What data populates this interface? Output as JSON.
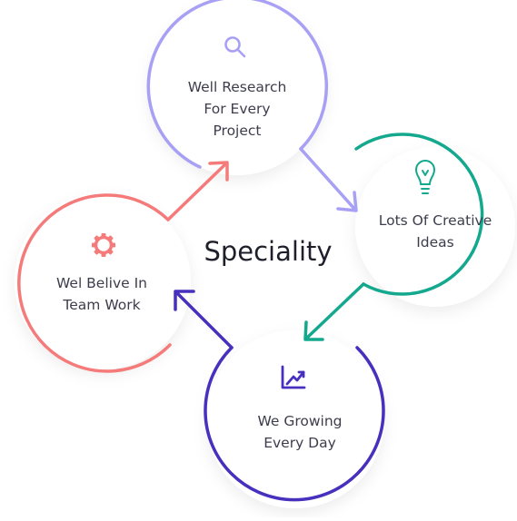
{
  "title": "Speciality",
  "nodes": [
    {
      "id": "research",
      "lines": [
        "Well Research",
        "For Every",
        "Project"
      ],
      "icon": "search-icon",
      "color": "#a7a0f5"
    },
    {
      "id": "ideas",
      "lines": [
        "Lots Of Creative",
        "Ideas"
      ],
      "icon": "lightbulb-icon",
      "color": "#14a88e"
    },
    {
      "id": "growing",
      "lines": [
        "We Growing",
        "Every Day"
      ],
      "icon": "growth-chart-icon",
      "color": "#4630bd"
    },
    {
      "id": "teamwork",
      "lines": [
        "Wel Belive In",
        "Team Work"
      ],
      "icon": "gear-icon",
      "color": "#f57b7b"
    }
  ]
}
